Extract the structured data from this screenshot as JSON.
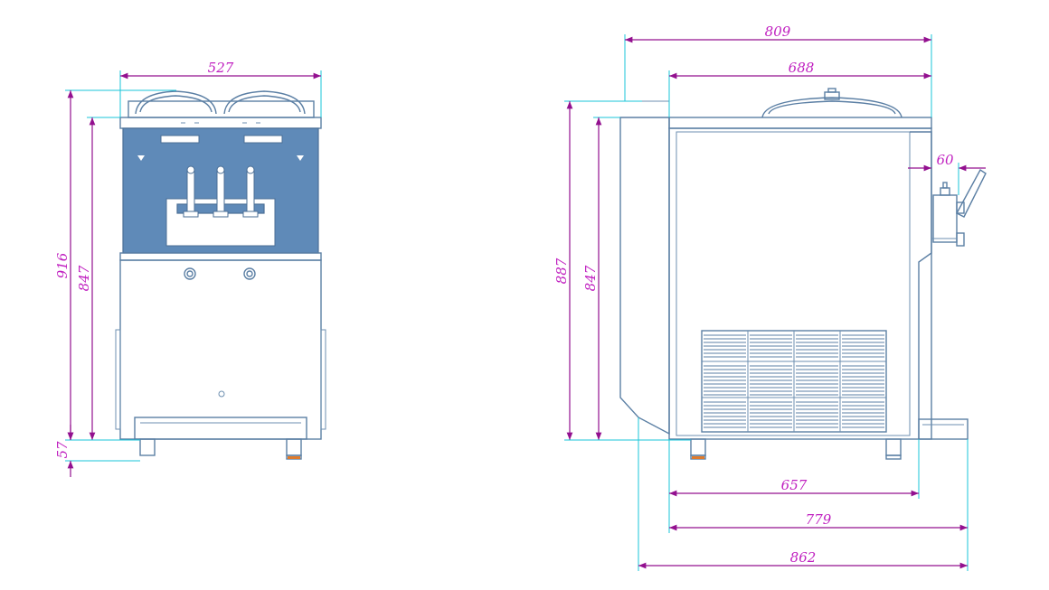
{
  "front_view": {
    "width_dim": "527",
    "overall_height_dim": "916",
    "body_height_dim": "847",
    "foot_height_dim": "57"
  },
  "side_view": {
    "overall_depth_dim": "809",
    "top_depth_dim": "688",
    "overall_height_dim": "887",
    "body_height_dim": "847",
    "handle_dim": "60",
    "base_depth_dim": "657",
    "base_plus_tray_dim": "779",
    "total_depth_dim": "862"
  },
  "colors": {
    "outline": "#5b7fa4",
    "panel": "#5f8ab8",
    "dimension": "#93108f",
    "dimension_text": "#c020c0",
    "extension": "#18c6d8"
  }
}
